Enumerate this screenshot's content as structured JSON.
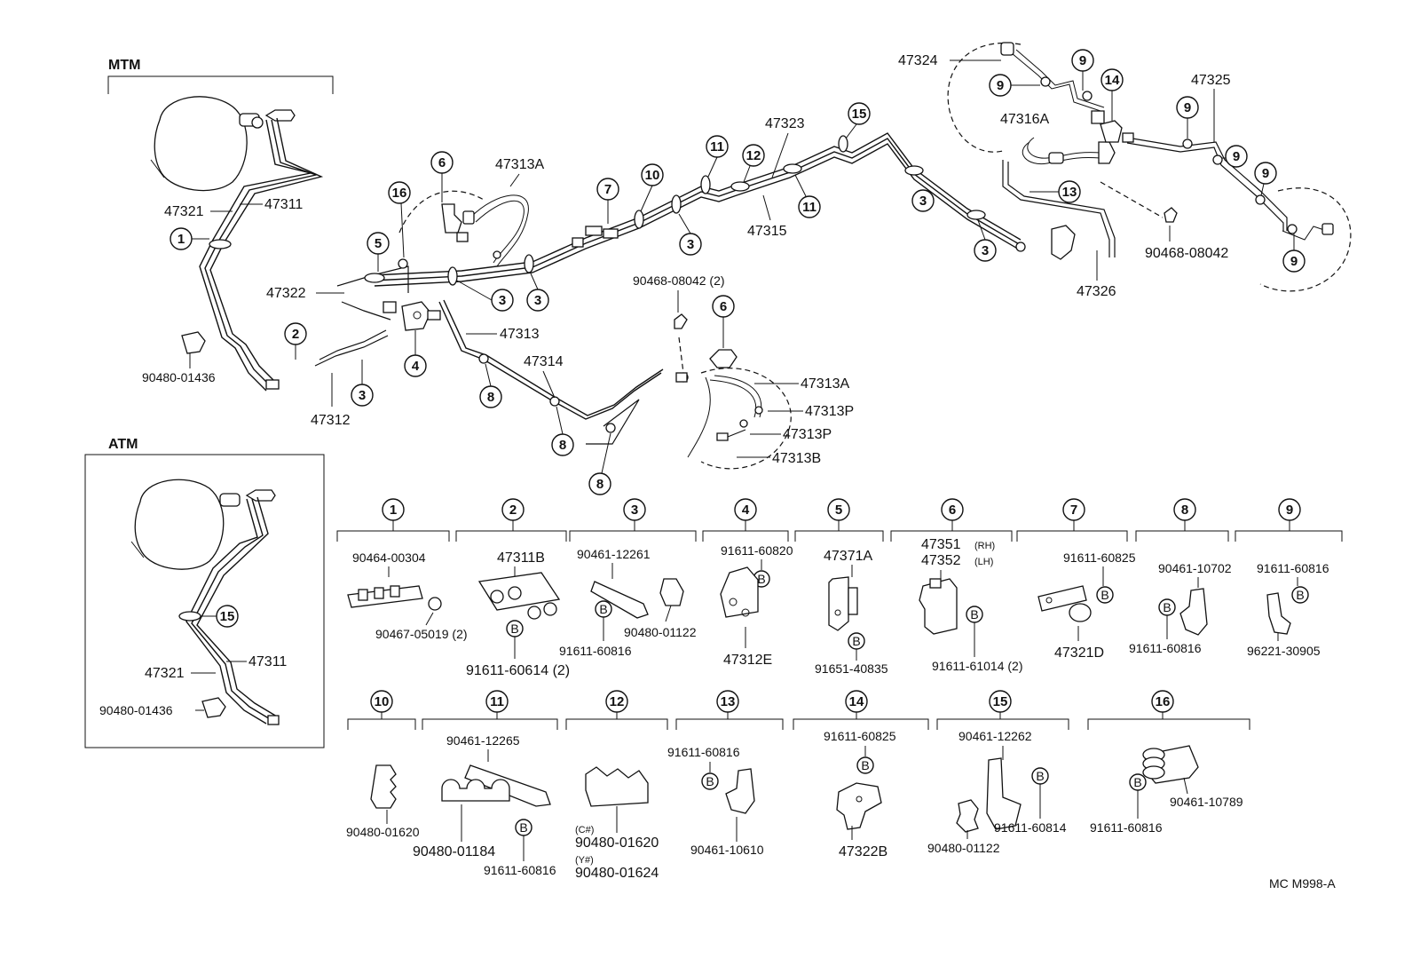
{
  "section_titles": {
    "mtm": "MTM",
    "atm": "ATM"
  },
  "drawing_code": "MC M998-A",
  "bolt_symbol": "B",
  "callout_numbers": [
    "1",
    "2",
    "3",
    "4",
    "5",
    "6",
    "7",
    "8",
    "9",
    "10",
    "11",
    "12",
    "13",
    "14",
    "15",
    "16"
  ],
  "top_labels": {
    "l47321": "47321",
    "l47311": "47311",
    "l47322": "47322",
    "l90480_01436": "90480-01436",
    "l47312": "47312",
    "l47313A_a": "47313A",
    "l47313": "47313",
    "l47314": "47314",
    "l90468_08042_2": "90468-08042 (2)",
    "l47313A_b": "47313A",
    "l47313P_a": "47313P",
    "l47313P_b": "47313P",
    "l47313B": "47313B",
    "l47323": "47323",
    "l47315": "47315",
    "l47324": "47324",
    "l47316A": "47316A",
    "l47325": "47325",
    "l90468_08042": "90468-08042",
    "l47326": "47326"
  },
  "atm_labels": {
    "l47321": "47321",
    "l47311": "47311",
    "l90480_01436": "90480-01436"
  },
  "detail_labels": {
    "g1_a": "90464-00304",
    "g1_b": "90467-05019 (2)",
    "g2_a": "47311B",
    "g2_b": "91611-60614 (2)",
    "g3_a": "90461-12261",
    "g3_b": "91611-60816",
    "g3_c": "90480-01122",
    "g4_a": "91611-60820",
    "g4_b": "47312E",
    "g5_a": "47371A",
    "g5_b": "91651-40835",
    "g6_a": "47351",
    "g6_a_sfx": "(RH)",
    "g6_b": "47352",
    "g6_b_sfx": "(LH)",
    "g6_c": "91611-61014 (2)",
    "g7_a": "91611-60825",
    "g7_b": "47321D",
    "g8_a": "90461-10702",
    "g8_b": "91611-60816",
    "g9_a": "91611-60816",
    "g9_b": "96221-30905",
    "g10_a": "90480-01620",
    "g11_a": "90461-12265",
    "g11_b": "90480-01184",
    "g11_c": "91611-60816",
    "g12_a": "(C#)",
    "g12_b": "90480-01620",
    "g12_c": "(Y#)",
    "g12_d": "90480-01624",
    "g13_a": "91611-60816",
    "g13_b": "90461-10610",
    "g14_a": "91611-60825",
    "g14_b": "47322B",
    "g15_a": "90461-12262",
    "g15_b": "91611-60814",
    "g15_c": "90480-01122",
    "g16_a": "90461-10789",
    "g16_b": "91611-60816"
  }
}
